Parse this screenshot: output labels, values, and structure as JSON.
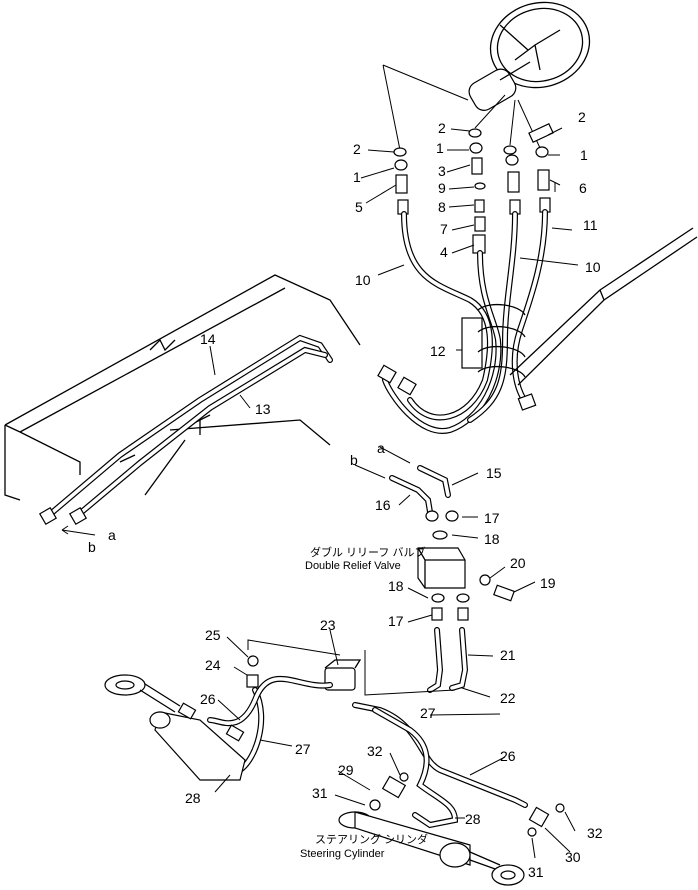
{
  "callouts": {
    "c1": "1",
    "c2": "2",
    "c3": "3",
    "c4": "4",
    "c5": "5",
    "c6": "6",
    "c7": "7",
    "c8": "8",
    "c9": "9",
    "c10": "10",
    "c11": "11",
    "c12": "12",
    "c13": "13",
    "c14": "14",
    "c15": "15",
    "c16": "16",
    "c17": "17",
    "c18": "18",
    "c19": "19",
    "c20": "20",
    "c21": "21",
    "c22": "22",
    "c23": "23",
    "c24": "24",
    "c25": "25",
    "c26": "26",
    "c27": "27",
    "c28": "28",
    "c29": "29",
    "c30": "30",
    "c31": "31",
    "c32": "32",
    "a": "a",
    "b": "b"
  },
  "labels": {
    "relief_valve_jp": "ダブル リリーフ バルブ",
    "relief_valve_en": "Double Relief Valve",
    "steering_cyl_jp": "ステアリング シリンダ",
    "steering_cyl_en": "Steering Cylinder"
  }
}
